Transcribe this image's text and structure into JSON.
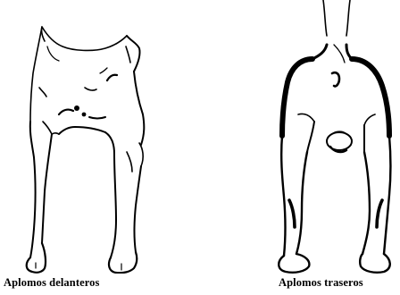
{
  "figures": {
    "front": {
      "caption": "Aplomos delanteros",
      "icon": "dog-front-legs-illustration"
    },
    "rear": {
      "caption": "Aplomos traseros",
      "icon": "dog-rear-legs-illustration"
    }
  },
  "colors": {
    "ink": "#000000",
    "paper": "#ffffff"
  }
}
